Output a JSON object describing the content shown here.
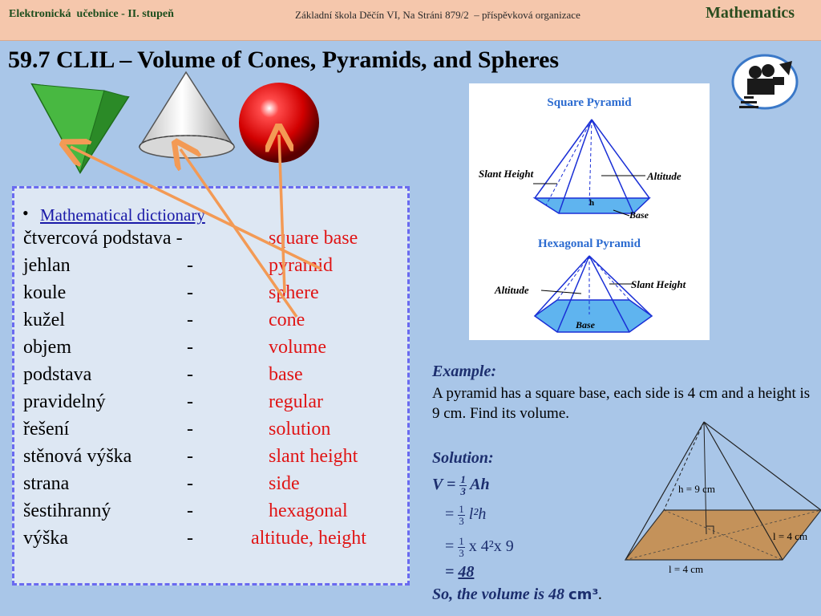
{
  "header": {
    "left_text": "Elektronická  učebnice - II. stupeň",
    "center_text": "Základní škola Děčín VI, Na Stráni 879/2  – příspěvková organizace",
    "right_text": "Mathematics"
  },
  "title": "59.7 CLIL – Volume of Cones, Pyramids, and Spheres",
  "figure_labels": {
    "square_pyramid": "Square Pyramid",
    "hexagonal_pyramid": "Hexagonal Pyramid",
    "slant_height": "Slant Height",
    "altitude": "Altitude",
    "base": "Base",
    "h_sym": "h",
    "h_label": "h = 9 cm",
    "l_right": "l = 4 cm",
    "l_bottom": "l = 4 cm"
  },
  "dictionary": {
    "bullet": "•",
    "link_label": "Mathematical dictionary",
    "dash": "-",
    "entries": [
      {
        "term": "čtvercová podstava -",
        "dash": "",
        "translation": "square base"
      },
      {
        "term": "jehlan",
        "dash": "-",
        "translation": "pyramid"
      },
      {
        "term": "koule",
        "dash": "-",
        "translation": "sphere"
      },
      {
        "term": "kužel",
        "dash": "-",
        "translation": "cone"
      },
      {
        "term": "objem",
        "dash": "-",
        "translation": "volume"
      },
      {
        "term": "podstava",
        "dash": "-",
        "translation": "base"
      },
      {
        "term": "pravidelný",
        "dash": "-",
        "translation": "regular"
      },
      {
        "term": "řešení",
        "dash": "-",
        "translation": "solution"
      },
      {
        "term": "stěnová výška",
        "dash": "-",
        "translation": "slant height"
      },
      {
        "term": "strana",
        "dash": "-",
        "translation": "side"
      },
      {
        "term": "šestihranný",
        "dash": "-",
        "translation": "hexagonal"
      },
      {
        "term": "výška",
        "dash": "-",
        "translation": "altitude, height"
      }
    ]
  },
  "example": {
    "heading": "Example:",
    "text": "A pyramid has a square base, each side is 4 cm and a height is 9 cm.  Find its volume.",
    "solution_heading": "Solution:",
    "line1_lhs": "V =",
    "line1_rhs": "Ah",
    "eq": "=",
    "frac_num": "1",
    "frac_den": "3",
    "line2_rhs": "l²h",
    "line3_rhs": "x 4²x 9",
    "result": "48",
    "conclusion_prefix": "So, the volume is 48 ",
    "conclusion_unit": "cm³",
    "conclusion_end": "."
  },
  "colors": {
    "header_bg": "#f5c7ac",
    "page_bg": "#a9c6e8",
    "translation_red": "#e01515",
    "arrow_orange": "#f39a55",
    "solution_blue": "#1c2e6e"
  },
  "icons": [
    "green-tetrahedron-icon",
    "white-cone-icon",
    "red-sphere-icon",
    "film-camera-logo-icon"
  ]
}
